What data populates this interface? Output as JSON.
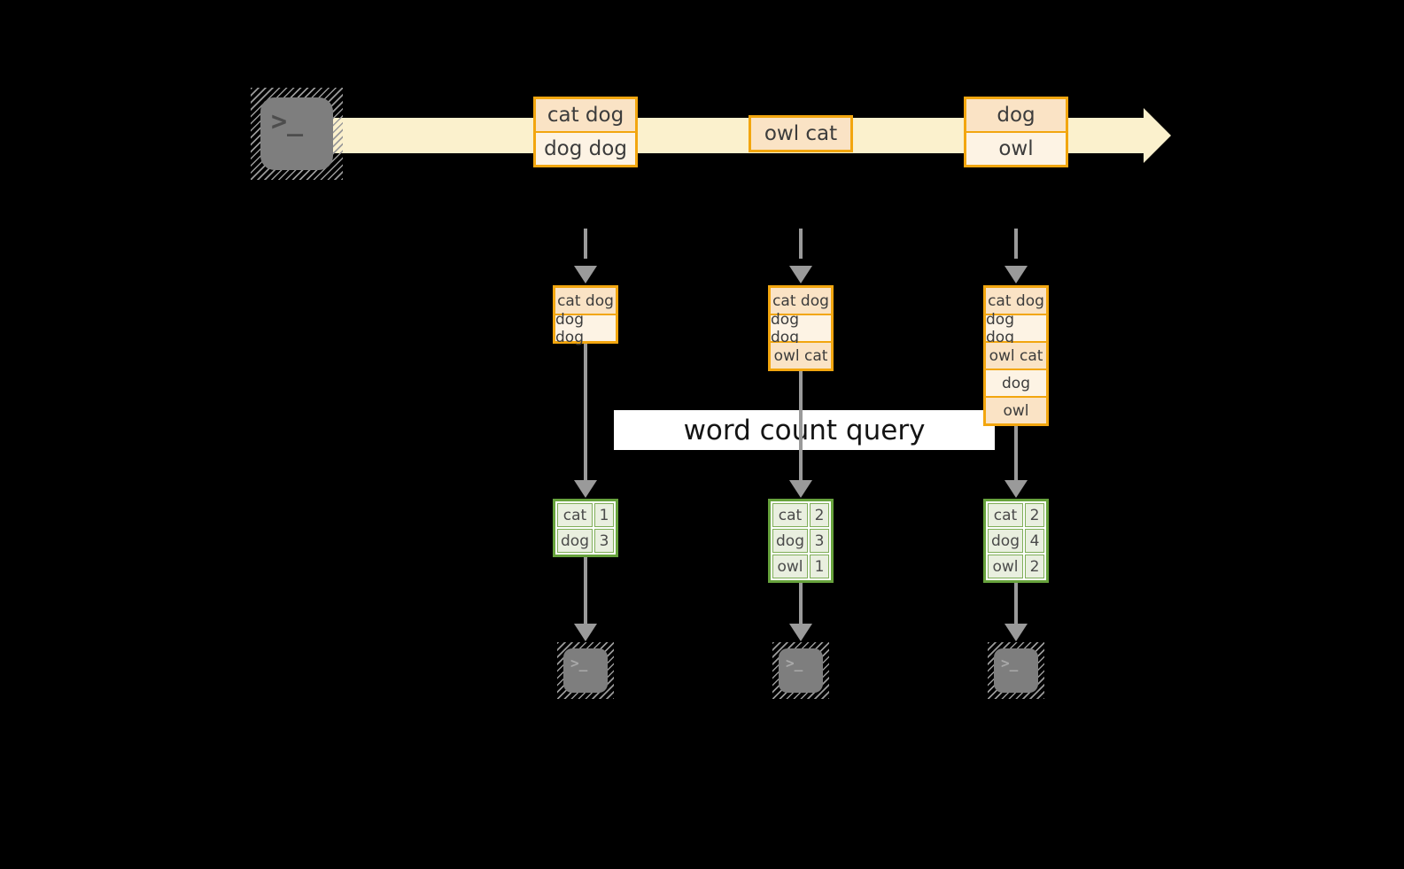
{
  "banner": {
    "label": "word count query"
  },
  "terminal": {
    "glyph": ">_"
  },
  "colors": {
    "background": "#000000",
    "stream_band": "#fbf1cd",
    "record_border": "#f2a60f",
    "record_fill_peach": "#fae3c5",
    "record_fill_cream": "#fdf3e4",
    "table_border_green": "#67a23c",
    "table_fill_green": "#e9efdf",
    "arrow_gray": "#9a9a9a",
    "terminal_gray": "#7e7e7e",
    "banner_bg": "#ffffff"
  },
  "stream": {
    "batches": [
      {
        "records": [
          "cat dog",
          "dog dog"
        ]
      },
      {
        "records": [
          "owl cat"
        ]
      },
      {
        "records": [
          "dog",
          "owl"
        ]
      }
    ]
  },
  "pipelines": [
    {
      "buffer": [
        "cat dog",
        "dog dog"
      ],
      "counts": [
        [
          "cat",
          "1"
        ],
        [
          "dog",
          "3"
        ]
      ]
    },
    {
      "buffer": [
        "cat dog",
        "dog dog",
        "owl cat"
      ],
      "counts": [
        [
          "cat",
          "2"
        ],
        [
          "dog",
          "3"
        ],
        [
          "owl",
          "1"
        ]
      ]
    },
    {
      "buffer": [
        "cat dog",
        "dog dog",
        "owl cat",
        "dog",
        "owl"
      ],
      "counts": [
        [
          "cat",
          "2"
        ],
        [
          "dog",
          "4"
        ],
        [
          "owl",
          "2"
        ]
      ]
    }
  ]
}
